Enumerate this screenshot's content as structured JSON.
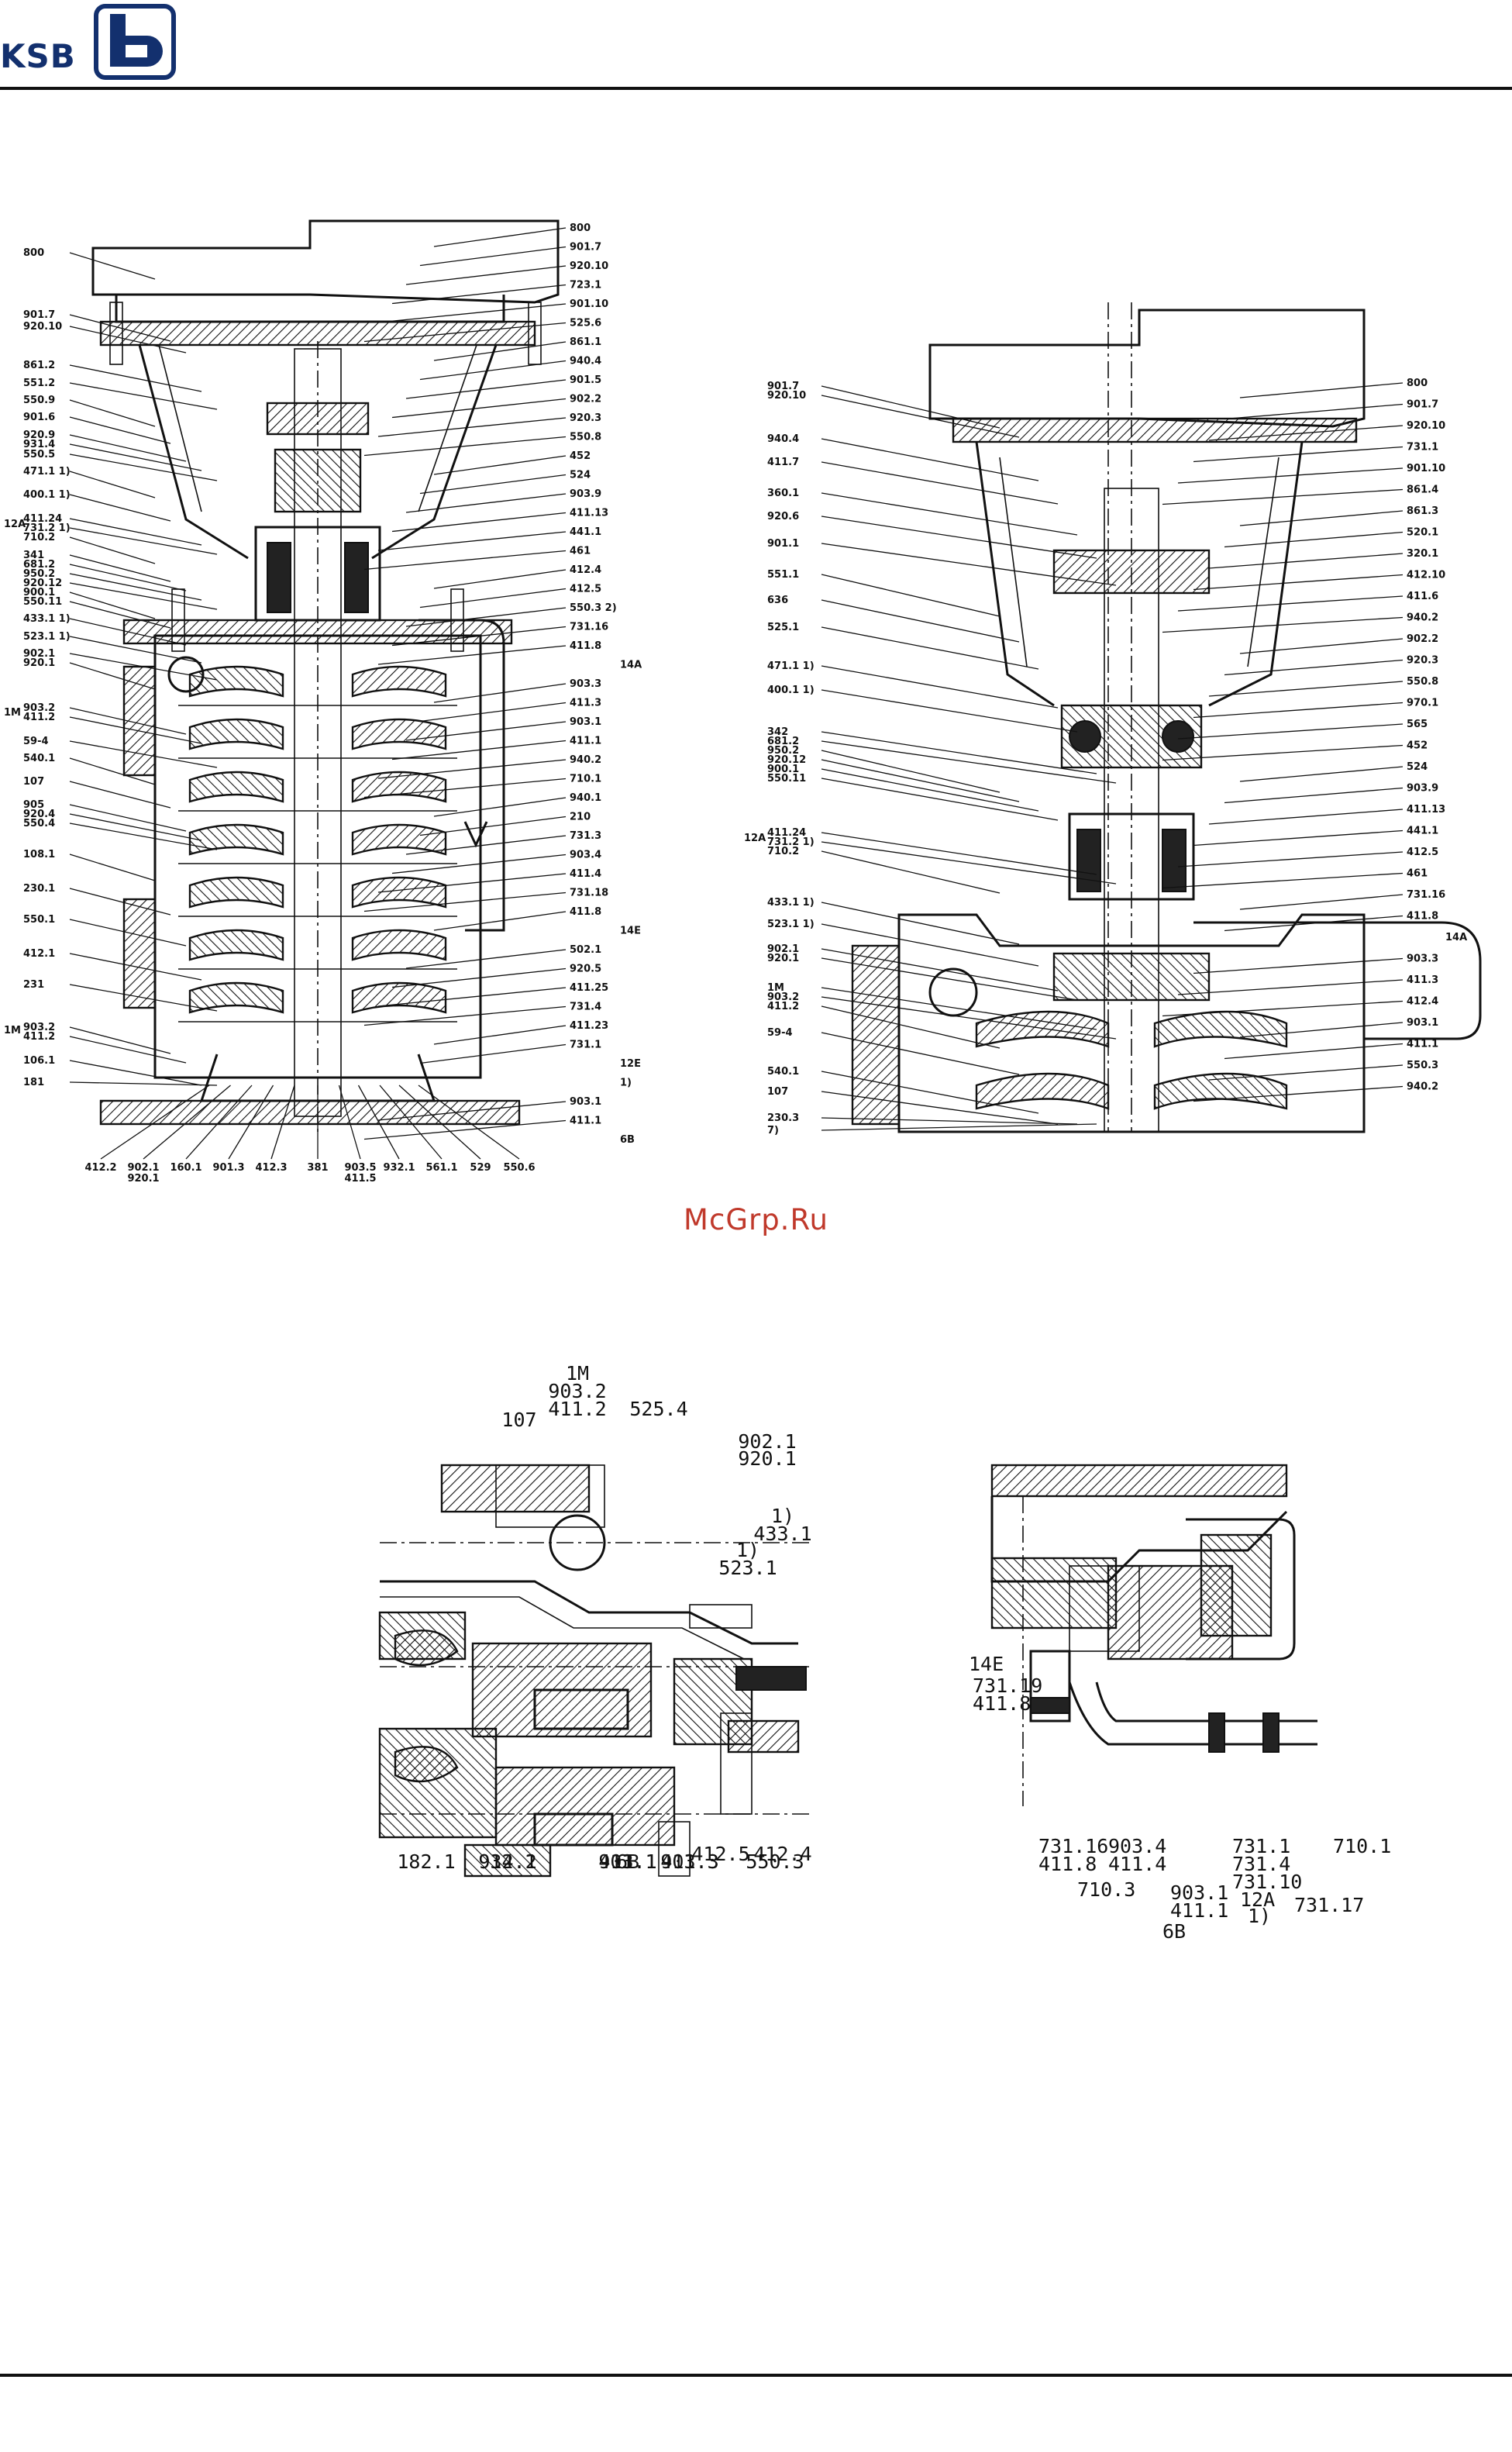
{
  "brand": {
    "logo_text": "KSB",
    "accent": "#13306e"
  },
  "watermark": {
    "text": "McGrp.Ru",
    "color": "#c0392b"
  },
  "drawing_a": {
    "left_labels": [
      "800",
      "901.7",
      "920.10",
      "861.2",
      "551.2",
      "550.9",
      "901.6",
      "920.9",
      "931.4",
      "550.5",
      "471.1 1)",
      "400.1 1)",
      "12A",
      "411.24",
      "731.2 1)",
      "710.2",
      "341",
      "681.2",
      "950.2",
      "920.12",
      "900.1",
      "550.11",
      "433.1 1)",
      "523.1 1)",
      "902.1",
      "920.1",
      "1M",
      "903.2",
      "411.2",
      "59-4",
      "540.1",
      "107",
      "905",
      "920.4",
      "550.4",
      "108.1",
      "230.1",
      "550.1",
      "412.1",
      "231",
      "1M",
      "903.2",
      "411.2",
      "106.1",
      "181"
    ],
    "right_labels": [
      "800",
      "901.7",
      "920.10",
      "723.1",
      "901.10",
      "525.6",
      "861.1",
      "940.4",
      "901.5",
      "902.2",
      "920.3",
      "550.8",
      "452",
      "524",
      "903.9",
      "411.13",
      "441.1",
      "461",
      "412.4",
      "412.5",
      "550.3 2)",
      "731.16",
      "411.8",
      "14A",
      "903.3",
      "411.3",
      "903.1",
      "411.1",
      "940.2",
      "710.1",
      "940.1",
      "210",
      "731.3",
      "903.4",
      "411.4",
      "731.18",
      "411.8",
      "14E",
      "502.1",
      "920.5",
      "411.25",
      "731.4",
      "411.23",
      "731.1",
      "12E",
      "1)",
      "903.1",
      "411.1",
      "6B"
    ],
    "bottom_labels": [
      "412.2",
      "902.1",
      "920.1",
      "160.1",
      "901.3",
      "412.3",
      "381",
      "903.5",
      "411.5",
      "932.1",
      "561.1",
      "529",
      "550.6"
    ]
  },
  "drawing_b": {
    "left_labels": [
      "901.7",
      "920.10",
      "940.4",
      "411.7",
      "360.1",
      "920.6",
      "901.1",
      "551.1",
      "636",
      "525.1",
      "471.1 1)",
      "400.1 1)",
      "342",
      "681.2",
      "950.2",
      "920.12",
      "900.1",
      "550.11",
      "12A",
      "411.24",
      "731.2 1)",
      "710.2",
      "433.1 1)",
      "523.1 1)",
      "902.1",
      "920.1",
      "1M",
      "903.2",
      "411.2",
      "59-4",
      "540.1",
      "107",
      "230.3",
      "7)"
    ],
    "right_labels": [
      "800",
      "901.7",
      "920.10",
      "731.1",
      "901.10",
      "861.4",
      "861.3",
      "520.1",
      "320.1",
      "412.10",
      "411.6",
      "940.2",
      "902.2",
      "920.3",
      "550.8",
      "970.1",
      "565",
      "452",
      "524",
      "903.9",
      "411.13",
      "441.1",
      "412.5",
      "461",
      "731.16",
      "411.8",
      "14A",
      "903.3",
      "411.3",
      "412.4",
      "903.1",
      "411.1",
      "550.3",
      "940.2"
    ]
  },
  "drawing_c": {
    "labels": [
      "1M",
      "903.2",
      "411.2",
      "525.4",
      "107",
      "902.1",
      "920.1",
      "1)",
      "433.1",
      "1)",
      "523.1",
      "412.5",
      "412.4",
      "903.3",
      "411.3",
      "550.3",
      "903.1",
      "411.1",
      "6B",
      "182.1",
      "914.1",
      "932.2"
    ]
  },
  "drawing_d": {
    "labels": [
      "14E",
      "731.19",
      "411.8",
      "731.16",
      "411.8",
      "903.4",
      "411.4",
      "710.3",
      "903.1",
      "411.1",
      "6B",
      "731.1",
      "731.4",
      "731.10",
      "12A",
      "1)",
      "731.17",
      "710.1"
    ]
  }
}
